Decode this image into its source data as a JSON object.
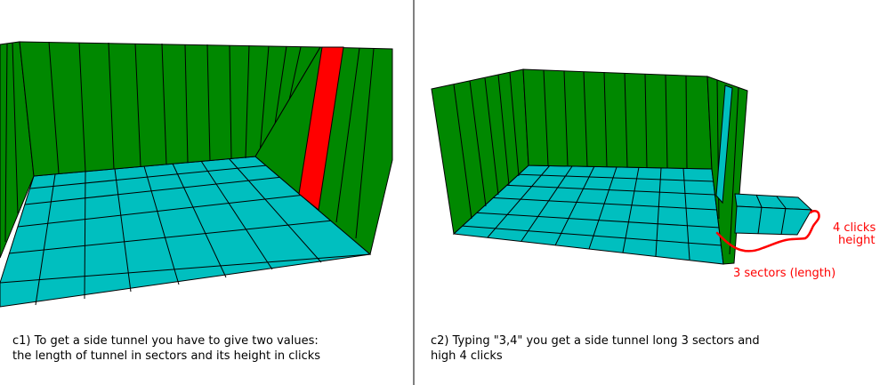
{
  "panels": [
    {
      "caption_lines": [
        "c1) To get a side tunnel you have to give two values:",
        "the length of tunnel in sectors and its height in clicks"
      ]
    },
    {
      "caption_lines": [
        "c2) Typing \"3,4\" you get a side tunnel long 3 sectors and",
        "high 4 clicks"
      ]
    }
  ],
  "annotations": {
    "height": [
      "4 clicks",
      "height"
    ],
    "length": "3 sectors (length)"
  },
  "colors": {
    "wall": "#008800",
    "floor": "#00bfbf",
    "selected_sector": "#ff0000",
    "annotation": "#ff0000",
    "outline": "#000000"
  }
}
